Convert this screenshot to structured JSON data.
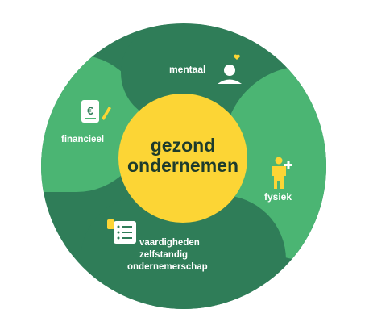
{
  "center": {
    "line1": "gezond",
    "line2": "ondernemen"
  },
  "segments": {
    "mentaal": {
      "label": "mentaal",
      "icon": "person-heart-icon"
    },
    "fysiek": {
      "label": "fysiek",
      "icon": "person-plus-icon"
    },
    "financieel": {
      "label": "financieel",
      "icon": "euro-document-icon"
    },
    "vaardigheden": {
      "line1": "vaardigheden",
      "line2": "zelfstandig",
      "line3": "ondernemerschap",
      "icon": "checklist-icon"
    }
  },
  "colors": {
    "dark_green": "#2f7d58",
    "light_green": "#4bb573",
    "yellow": "#fcd535",
    "text_dark": "#1d3b2c",
    "white": "#ffffff"
  }
}
